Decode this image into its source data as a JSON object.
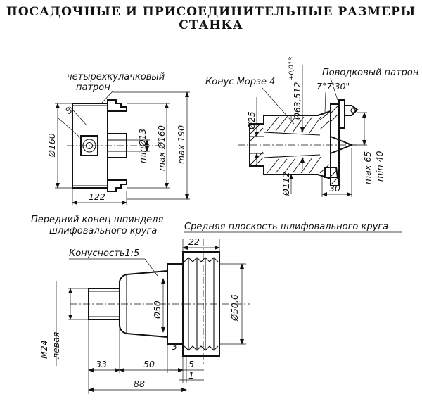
{
  "title": {
    "line1": "ПОСАДОЧНЫЕ И ПРИСОЕДИНИТЕЛЬНЫЕ РАЗМЕРЫ",
    "line2": "СТАНКА"
  },
  "chuck_view": {
    "label_line1": "четырехкулачковый",
    "label_line2": "патрон",
    "dim_d160": "Ø160",
    "dim_8": "8",
    "dim_min13": "minØ13",
    "dim_max160": "max Ø160",
    "dim_max190": "max 190",
    "dim_122": "122"
  },
  "driver_view": {
    "label_morse": "Конус Морзе 4",
    "label_driver": "Поводковый патрон",
    "dim_angle": "7°7'30\"",
    "dim_d25": "Ø25",
    "dim_d63": "Ø63,512",
    "dim_tol": "+0,013",
    "dim_d112": "Ø112",
    "dim_30": "30",
    "dim_max65": "max 65",
    "dim_min40": "min 40"
  },
  "spindle_view": {
    "label_front_line1": "Передний конец шпинделя",
    "label_front_line2": "шлифовального круга",
    "label_midplane": "Средняя плоскость шлифовального круга",
    "label_taper": "Конусность1:5",
    "dim_22": "22",
    "dim_d50": "Ø50",
    "dim_d50_6": "Ø50.6",
    "dim_m24": "M24",
    "dim_left": "левая",
    "dim_3": "3",
    "dim_33": "33",
    "dim_50": "50",
    "dim_5": "5",
    "dim_88": "88",
    "dim_1": "1"
  }
}
